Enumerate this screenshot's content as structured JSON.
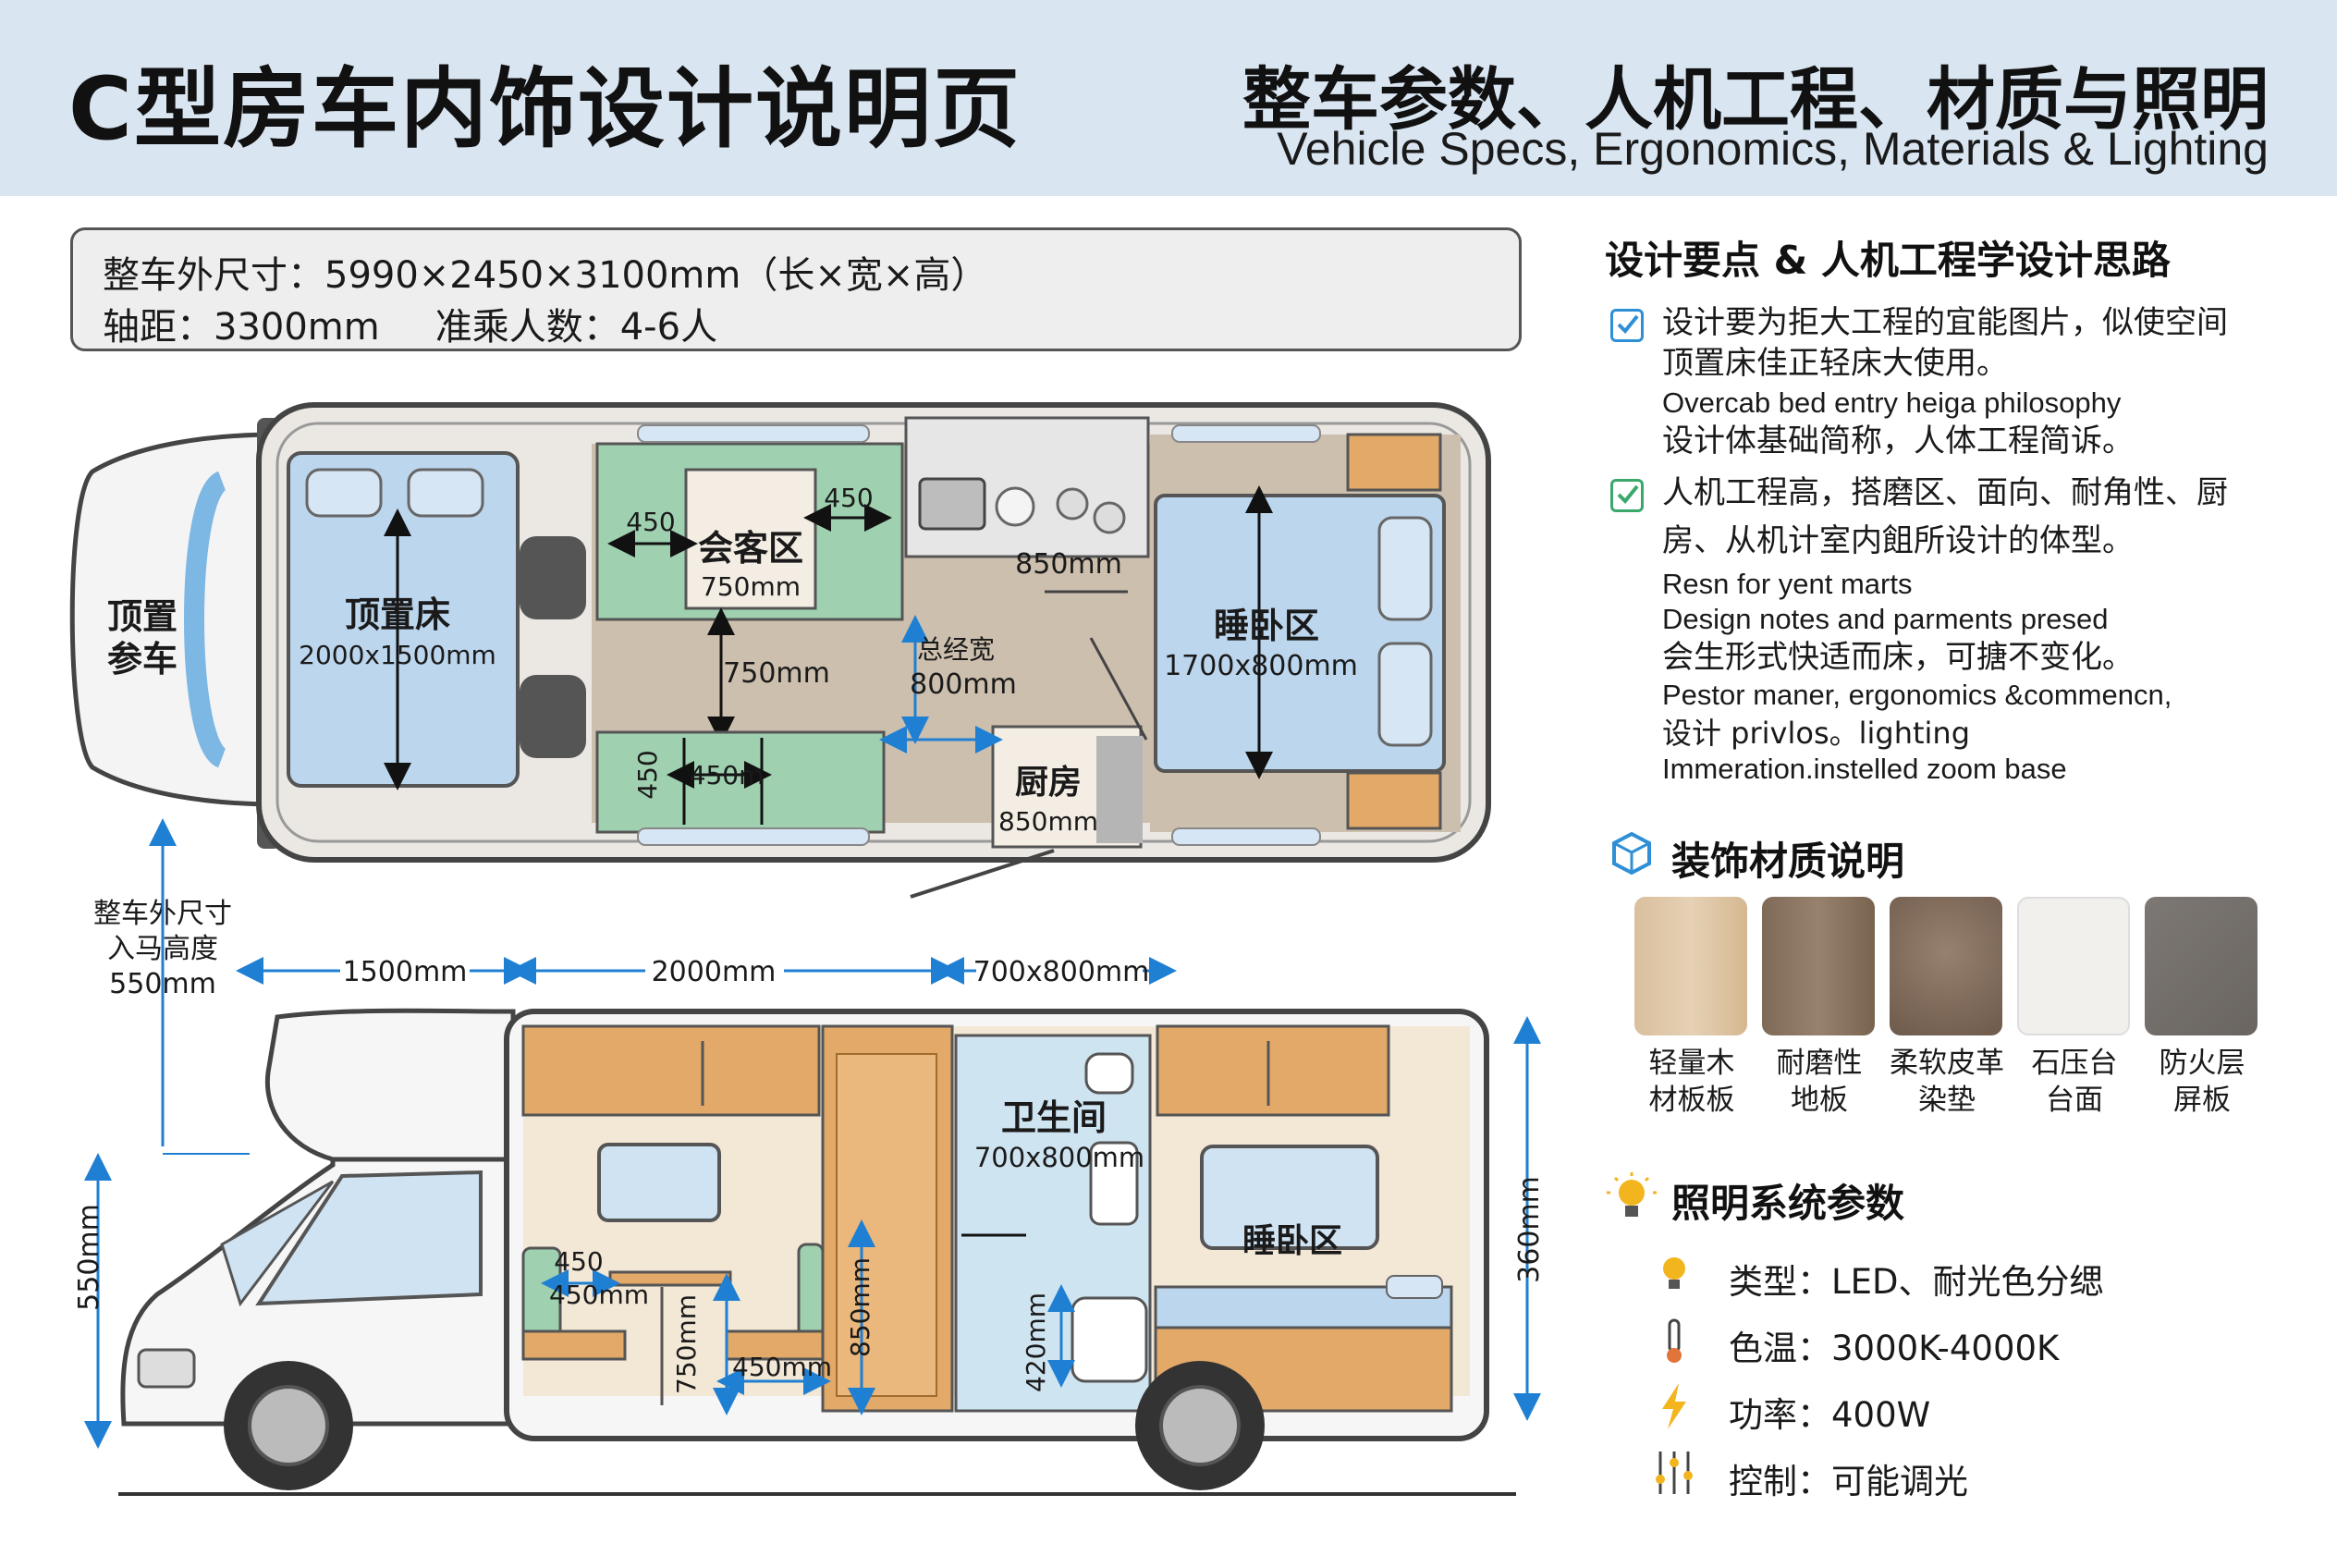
{
  "header": {
    "title": "C型房车内饰设计说明页",
    "subtitle_cn": "整车参数、人机工程、材质与照明",
    "subtitle_en": "Vehicle Specs, Ergonomics, Materials & Lighting"
  },
  "specs": {
    "line1": "整车外尺寸：5990×2450×3100mm（长×宽×高）",
    "wheelbase": "轴距：3300mm",
    "passengers": "准乘人数：4-6人"
  },
  "floor_plan": {
    "cab_label_1": "顶置",
    "cab_label_2": "参车",
    "overcab_bed": "顶置床",
    "overcab_bed_size": "2000x1500mm",
    "lounge": "会客区",
    "lounge_width": "750mm",
    "dim_450_left": "450",
    "dim_450_right": "450",
    "aisle_750": "750mm",
    "dim_450_vertical": "450",
    "dim_450m": "450m",
    "total_width_label": "总经宽",
    "total_width": "800mm",
    "galley_counter": "850mm",
    "kitchen": "厨房",
    "kitchen_size": "850mm",
    "bedroom": "睡卧区",
    "bedroom_size": "1700x800mm"
  },
  "side_view": {
    "entry_label_1": "整车外尺寸",
    "entry_label_2": "入马高度",
    "entry_label_3": "550mm",
    "dim_1500": "1500mm",
    "dim_2000": "2000mm",
    "dim_700x800": "700x800mm",
    "height_left": "550mm",
    "height_right": "360mm",
    "bathroom": "卫生间",
    "bathroom_size": "700x800mm",
    "bedroom": "睡卧区",
    "dinette_450a": "450",
    "dinette_450b": "450mm",
    "dinette_750": "750mm",
    "dinette_450c": "450mm",
    "wardrobe_850": "850mm",
    "toilet_420": "420mm"
  },
  "design_notes": {
    "title": "设计要点 & 人机工程学设计思路",
    "note1": [
      "设计要为拒大工程的宜能图片，似使空间",
      "顶置床佳正轻床大使用。"
    ],
    "note1_en": "Overcab bed entry heiga philosophy",
    "note1_tail": "设计体基础简称，人体工程简诉。",
    "note2": [
      "人机工程高，搭磨区、面向、耐角性、厨",
      "房、从机计室内飷所设计的体型。"
    ],
    "note2_en": [
      "Resn for yent marts",
      "Design notes and parments presed"
    ],
    "note2_tail": "会生形式快适而床，可搪不变化。",
    "note2_en2": "Pestor maner, ergonomics &commencn,",
    "note2_mixed": "设计 privlos。lighting",
    "note2_en3": "Immeration.instelled zoom base",
    "check_color": "#2f8fd6",
    "check_color_2": "#3aa86b"
  },
  "materials": {
    "title": "装饰材质说明",
    "items": [
      {
        "line1": "轻量木",
        "line2": "材板板",
        "color": "#dcc3a2"
      },
      {
        "line1": "耐磨性",
        "line2": "地板",
        "color": "#8a7562"
      },
      {
        "line1": "柔软皮革",
        "line2": "染垫",
        "color": "#7b6657"
      },
      {
        "line1": "石压台",
        "line2": "台面",
        "color": "#f1f0ec"
      },
      {
        "line1": "防火层",
        "line2": "屏板",
        "color": "#736e6a"
      }
    ]
  },
  "lighting": {
    "title": "照明系统参数",
    "type": "类型：LED、耐光色分缌",
    "temp": "色温：3000K-4000K",
    "power": "功率：400W",
    "control": "控制：可能调光",
    "icon_color": "#f2b51e"
  },
  "colors": {
    "header_bg": "#d9e6f2",
    "bed_blue": "#bcd6ee",
    "sofa_green": "#9fd1b1",
    "wood": "#e3a968",
    "floor_tan": "#cdbfae",
    "dim_blue": "#1f7fd3"
  }
}
